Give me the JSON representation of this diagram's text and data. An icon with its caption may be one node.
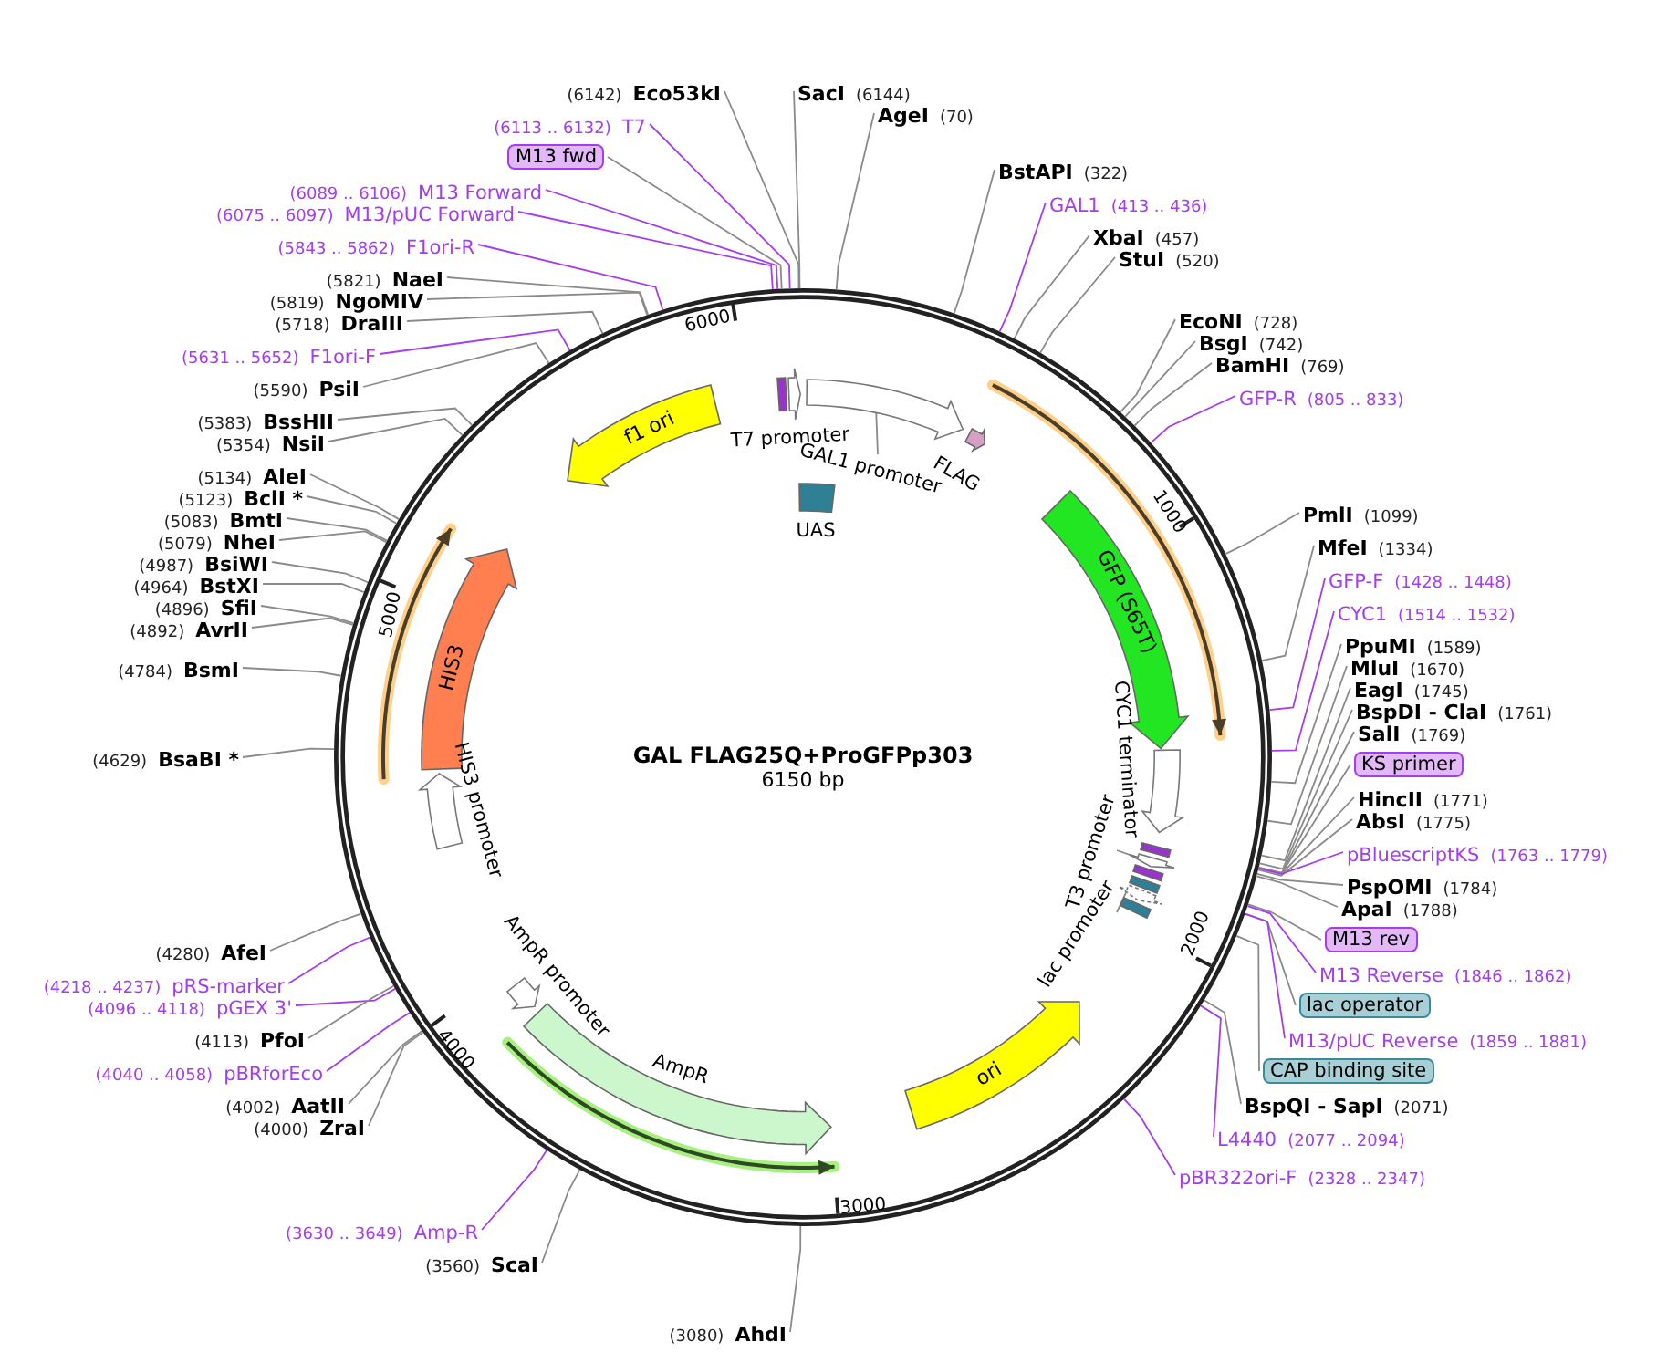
{
  "diagram": {
    "title": "GAL FLAG25Q+ProGFPp303",
    "nodes": [
      {
        "text": [
          "(6142)",
          "Eco53kI"
        ]
      },
      {
        "text": [
          "SacI",
          "(6144)"
        ]
      },
      {
        "text": [
          "AgeI",
          "(70)"
        ]
      },
      {
        "text": [
          "(6113 .. 6132)",
          "T7"
        ]
      },
      {
        "text": [
          "M13 fwd"
        ]
      },
      {
        "text": [
          "(6089 .. 6106)",
          "M13 Forward"
        ]
      },
      {
        "text": [
          "(6075 .. 6097)",
          "M13/pUC Forward"
        ]
      },
      {
        "text": [
          "(5843 .. 5862)",
          "F1ori-R"
        ]
      },
      {
        "text": [
          "(5821)",
          "NaeI"
        ]
      },
      {
        "text": [
          "(5819)",
          "NgoMIV"
        ]
      },
      {
        "text": [
          "(5718)",
          "DraIII"
        ]
      },
      {
        "text": [
          "(5631 .. 5652)",
          "F1ori-F"
        ]
      },
      {
        "text": [
          "(5590)",
          "PsiI"
        ]
      },
      {
        "text": [
          "(5383)",
          "BssHII"
        ]
      },
      {
        "text": [
          "(5354)",
          "NsiI"
        ]
      },
      {
        "text": [
          "(5134)",
          "AleI"
        ]
      },
      {
        "text": [
          "(5123)",
          "BclI *"
        ]
      },
      {
        "text": [
          "(5083)",
          "BmtI"
        ]
      },
      {
        "text": [
          "(5079)",
          "NheI"
        ]
      },
      {
        "text": [
          "(4987)",
          "BsiWI"
        ]
      },
      {
        "text": [
          "(4964)",
          "BstXI"
        ]
      },
      {
        "text": [
          "(4896)",
          "SfiI"
        ]
      },
      {
        "text": [
          "(4892)",
          "AvrII"
        ]
      },
      {
        "text": [
          "(4784)",
          "BsmI"
        ]
      },
      {
        "text": [
          "(4629)",
          "BsaBI *"
        ]
      },
      {
        "text": [
          "(4280)",
          "AfeI"
        ]
      },
      {
        "text": [
          "(4218 .. 4237)",
          "pRS-marker"
        ]
      },
      {
        "text": [
          "(4096 .. 4118)",
          "pGEX 3'"
        ]
      },
      {
        "text": [
          "(4113)",
          "PfoI"
        ]
      },
      {
        "text": [
          "(4040 .. 4058)",
          "pBRforEco"
        ]
      },
      {
        "text": [
          "(4002)",
          "AatII"
        ]
      },
      {
        "text": [
          "(4000)",
          "ZraI"
        ]
      },
      {
        "text": [
          "(3630 .. 3649)",
          "Amp-R"
        ]
      },
      {
        "text": [
          "(3560)",
          "ScaI"
        ]
      },
      {
        "text": [
          "(3080)",
          "AhdI"
        ]
      },
      {
        "text": [
          "BstAPI",
          "(322)"
        ]
      },
      {
        "text": [
          "GAL1",
          "(413 .. 436)"
        ]
      },
      {
        "text": [
          "XbaI",
          "(457)"
        ]
      },
      {
        "text": [
          "StuI",
          "(520)"
        ]
      },
      {
        "text": [
          "EcoNI",
          "(728)"
        ]
      },
      {
        "text": [
          "BsgI",
          "(742)"
        ]
      },
      {
        "text": [
          "BamHI",
          "(769)"
        ]
      },
      {
        "text": [
          "GFP-R",
          "(805 .. 833)"
        ]
      },
      {
        "text": [
          "PmlI",
          "(1099)"
        ]
      },
      {
        "text": [
          "MfeI",
          "(1334)"
        ]
      },
      {
        "text": [
          "GFP-F",
          "(1428 .. 1448)"
        ]
      },
      {
        "text": [
          "CYC1",
          "(1514 .. 1532)"
        ]
      },
      {
        "text": [
          "PpuMI",
          "(1589)"
        ]
      },
      {
        "text": [
          "MluI",
          "(1670)"
        ]
      },
      {
        "text": [
          "EagI",
          "(1745)"
        ]
      },
      {
        "text": [
          "BspDI - ClaI",
          "(1761)"
        ]
      },
      {
        "text": [
          "SalI",
          "(1769)"
        ]
      },
      {
        "text": [
          "KS primer"
        ]
      },
      {
        "text": [
          "HincII",
          "(1771)"
        ]
      },
      {
        "text": [
          "AbsI",
          "(1775)"
        ]
      },
      {
        "text": [
          "pBluescriptKS",
          "(1763 .. 1779)"
        ]
      },
      {
        "text": [
          "PspOMI",
          "(1784)"
        ]
      },
      {
        "text": [
          "ApaI",
          "(1788)"
        ]
      },
      {
        "text": [
          "M13 rev"
        ]
      },
      {
        "text": [
          "M13 Reverse",
          "(1846 .. 1862)"
        ]
      },
      {
        "text": [
          "lac operator"
        ]
      },
      {
        "text": [
          "M13/pUC Reverse",
          "(1859 .. 1881)"
        ]
      },
      {
        "text": [
          "CAP binding site"
        ]
      },
      {
        "text": [
          "BspQI - SapI",
          "(2071)"
        ]
      },
      {
        "text": [
          "L4440",
          "(2077 .. 2094)"
        ]
      },
      {
        "text": [
          "pBR322ori-F",
          "(2328 .. 2347)"
        ]
      },
      {
        "text": [
          "f1 ori"
        ]
      },
      {
        "text": [],
        "shape": "box"
      },
      {
        "text": [],
        "shape": "arrow",
        "beside": [
          "T7 promoter"
        ]
      },
      {
        "text": [
          "GAL1 promoter"
        ]
      },
      {
        "text": [],
        "shape": "arrow"
      },
      {
        "text": [],
        "shape": "arrow",
        "beside": [
          "FLAG"
        ]
      },
      {
        "text": [],
        "shape": "box",
        "beside": [
          "UAS"
        ]
      },
      {
        "text": [
          "GFP (S65T)"
        ]
      },
      {
        "text": [],
        "shape": "arrow",
        "beside": [
          "CYC1 terminator"
        ]
      },
      {
        "text": [],
        "shape": "box"
      },
      {
        "text": [],
        "shape": "arrow"
      },
      {
        "text": [],
        "shape": "box"
      },
      {
        "text": [],
        "shape": "box"
      },
      {
        "text": [],
        "shape": "arrow"
      },
      {
        "text": [],
        "shape": "box"
      },
      {
        "text": [
          "T3 promoter"
        ]
      },
      {
        "text": [
          "lac promoter"
        ]
      },
      {
        "text": [
          "ori"
        ]
      },
      {
        "text": [],
        "shape": "arrow",
        "beside": [
          "AmpR"
        ]
      },
      {
        "text": [],
        "shape": "arrow",
        "beside": [
          "AmpR promoter"
        ]
      },
      {
        "text": [],
        "shape": "arrow",
        "beside": [
          "HIS3 promoter"
        ]
      },
      {
        "text": [
          "HIS3"
        ]
      }
    ],
    "edges": [
      {
        "from": 0,
        "to": null,
        "arrow": "none"
      },
      {
        "from": 1,
        "to": null,
        "arrow": "none"
      },
      {
        "from": 2,
        "to": null,
        "arrow": "none"
      },
      {
        "from": 3,
        "to": null,
        "arrow": "none",
        "color": "#a43cf0"
      },
      {
        "from": 4,
        "to": null,
        "arrow": "none"
      },
      {
        "from": 5,
        "to": null,
        "arrow": "none",
        "color": "#a43cf0"
      },
      {
        "from": 6,
        "to": null,
        "arrow": "none",
        "color": "#a43cf0"
      },
      {
        "from": 7,
        "to": null,
        "arrow": "none",
        "color": "#a43cf0"
      },
      {
        "from": 8,
        "to": null,
        "arrow": "none"
      },
      {
        "from": 9,
        "to": null,
        "arrow": "none"
      },
      {
        "from": 10,
        "to": null,
        "arrow": "none"
      },
      {
        "from": 11,
        "to": null,
        "arrow": "none",
        "color": "#a43cf0"
      },
      {
        "from": 12,
        "to": null,
        "arrow": "none"
      },
      {
        "from": 13,
        "to": null,
        "arrow": "none"
      },
      {
        "from": 14,
        "to": null,
        "arrow": "none"
      },
      {
        "from": 15,
        "to": null,
        "arrow": "none"
      },
      {
        "from": 16,
        "to": null,
        "arrow": "none"
      },
      {
        "from": 17,
        "to": null,
        "arrow": "none"
      },
      {
        "from": 18,
        "to": null,
        "arrow": "none"
      },
      {
        "from": 19,
        "to": null,
        "arrow": "none"
      },
      {
        "from": 20,
        "to": null,
        "arrow": "none"
      },
      {
        "from": 21,
        "to": null,
        "arrow": "none"
      },
      {
        "from": 22,
        "to": null,
        "arrow": "none"
      },
      {
        "from": 23,
        "to": null,
        "arrow": "none"
      },
      {
        "from": 24,
        "to": null,
        "arrow": "none"
      },
      {
        "from": 25,
        "to": null,
        "arrow": "none"
      },
      {
        "from": 26,
        "to": null,
        "arrow": "none",
        "color": "#a43cf0"
      },
      {
        "from": 27,
        "to": null,
        "arrow": "none",
        "color": "#a43cf0"
      },
      {
        "from": 28,
        "to": null,
        "arrow": "none"
      },
      {
        "from": 29,
        "to": null,
        "arrow": "none",
        "color": "#a43cf0"
      },
      {
        "from": 30,
        "to": null,
        "arrow": "none"
      },
      {
        "from": 31,
        "to": null,
        "arrow": "none"
      },
      {
        "from": 32,
        "to": null,
        "arrow": "none",
        "color": "#a43cf0"
      },
      {
        "from": 33,
        "to": null,
        "arrow": "none"
      },
      {
        "from": 34,
        "to": null,
        "arrow": "none"
      },
      {
        "from": 35,
        "to": null,
        "arrow": "none"
      },
      {
        "from": 36,
        "to": null,
        "arrow": "none",
        "color": "#a43cf0"
      },
      {
        "from": 37,
        "to": null,
        "arrow": "none"
      },
      {
        "from": 38,
        "to": null,
        "arrow": "none"
      },
      {
        "from": 39,
        "to": null,
        "arrow": "none"
      },
      {
        "from": 40,
        "to": null,
        "arrow": "none"
      },
      {
        "from": 41,
        "to": null,
        "arrow": "none"
      },
      {
        "from": 42,
        "to": null,
        "arrow": "none",
        "color": "#a43cf0"
      },
      {
        "from": 43,
        "to": null,
        "arrow": "none"
      },
      {
        "from": 44,
        "to": null,
        "arrow": "none"
      },
      {
        "from": 45,
        "to": null,
        "arrow": "none",
        "color": "#a43cf0"
      },
      {
        "from": 46,
        "to": null,
        "arrow": "none",
        "color": "#a43cf0"
      },
      {
        "from": 47,
        "to": null,
        "arrow": "none"
      },
      {
        "from": 48,
        "to": null,
        "arrow": "none"
      },
      {
        "from": 49,
        "to": null,
        "arrow": "none"
      },
      {
        "from": 50,
        "to": null,
        "arrow": "none"
      },
      {
        "from": 51,
        "to": null,
        "arrow": "none"
      },
      {
        "from": 52,
        "to": null,
        "arrow": "none"
      },
      {
        "from": 53,
        "to": null,
        "arrow": "none"
      },
      {
        "from": 54,
        "to": null,
        "arrow": "none"
      },
      {
        "from": 55,
        "to": null,
        "arrow": "none",
        "color": "#a43cf0"
      },
      {
        "from": 56,
        "to": null,
        "arrow": "none"
      },
      {
        "from": 57,
        "to": null,
        "arrow": "none"
      },
      {
        "from": 58,
        "to": null,
        "arrow": "none"
      },
      {
        "from": 59,
        "to": null,
        "arrow": "none",
        "color": "#a43cf0"
      },
      {
        "from": 60,
        "to": null,
        "arrow": "none"
      },
      {
        "from": 61,
        "to": null,
        "arrow": "none",
        "color": "#a43cf0"
      },
      {
        "from": 62,
        "to": null,
        "arrow": "none"
      },
      {
        "from": 63,
        "to": null,
        "arrow": "none"
      },
      {
        "from": 64,
        "to": null,
        "arrow": "none",
        "color": "#a43cf0"
      },
      {
        "from": 65,
        "to": null,
        "arrow": "none",
        "color": "#a43cf0"
      },
      {
        "from": 69,
        "to": 70,
        "arrow": "none"
      },
      {
        "from": 81,
        "to": 76,
        "arrow": "none"
      },
      {
        "from": 82,
        "to": 79,
        "arrow": "none"
      }
    ],
    "labels": [
      "6150 bp",
      "6000",
      "1000",
      "5000",
      "2000",
      "4000",
      "3000"
    ]
  }
}
